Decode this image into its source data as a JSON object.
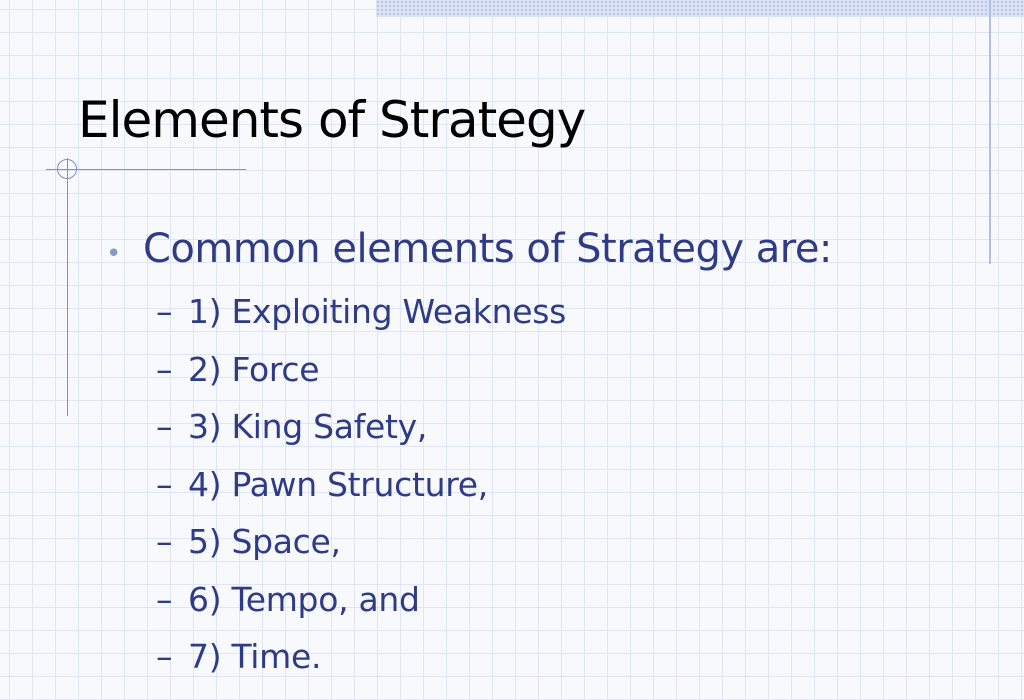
{
  "slide": {
    "title": "Elements of Strategy",
    "bullet": {
      "marker": "•",
      "text": "Common elements of Strategy are:",
      "sub_marker": "–",
      "items": [
        "1) Exploiting Weakness",
        "2) Force",
        "3) King Safety,",
        "4) Pawn Structure,",
        "5) Space,",
        "6) Tempo, and",
        "7) Time."
      ]
    }
  },
  "colors": {
    "title_text": "#000000",
    "body_text": "#2f3b85",
    "bullet": "#8a98c9",
    "grid": "#dfe5f2",
    "accent_lines": "#7e8fcb"
  }
}
